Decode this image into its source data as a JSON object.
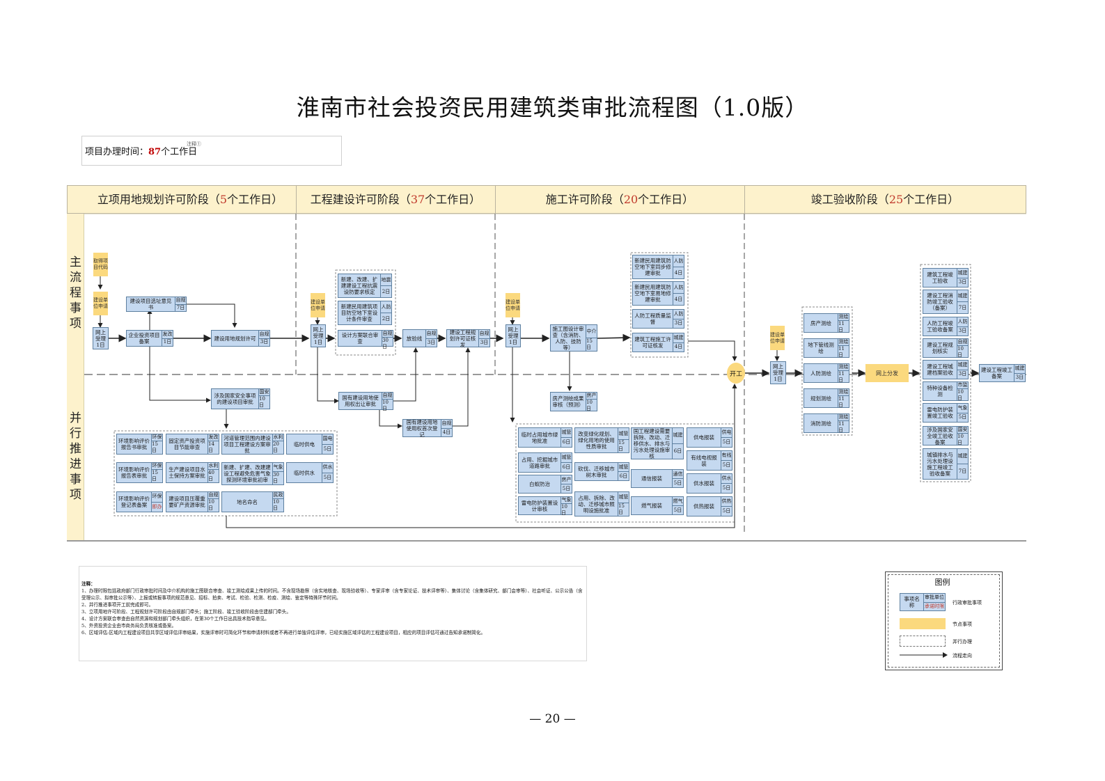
{
  "title": "淮南市社会投资民用建筑类审批流程图（1.0版）",
  "time": {
    "prefix": "项目办理时间：",
    "days": "87",
    "suffix": "个工作日",
    "note": "注释①"
  },
  "phases": [
    {
      "pre": "立项用地规划许可阶段（",
      "num": "5",
      "post": "个工作日）"
    },
    {
      "pre": "工程建设许可阶段（",
      "num": "37",
      "post": "个工作日）"
    },
    {
      "pre": "施工许可阶段（",
      "num": "20",
      "post": "个工作日）"
    },
    {
      "pre": "竣工验收阶段（",
      "num": "25",
      "post": "个工作日）"
    }
  ],
  "lanes": {
    "main": "主流程事项",
    "parallel": "并行推进事项"
  },
  "kaigong": "开工",
  "yellow": [
    "取得项目代码",
    "建设单位申请",
    "建设单位申请",
    "建设单位申请",
    "建设单位申请",
    "网上分发"
  ],
  "nodes": [
    {
      "n": "网上受理",
      "d": "1日"
    },
    {
      "n": "建设项目选址意见书",
      "o": "自规",
      "d": "7日"
    },
    {
      "n": "企业投资项目备案",
      "o": "发改",
      "d": "1日"
    },
    {
      "n": "建设用地规划许可",
      "o": "自规",
      "d": "3日"
    },
    {
      "n": "网上受理",
      "d": "1日"
    },
    {
      "n": "新建、改建、扩建建设工程抗震设防要求核定",
      "o": "地震",
      "d": "2日"
    },
    {
      "n": "新建民用建筑项目防空地下室设计条件审查",
      "o": "人防",
      "d": "2日"
    },
    {
      "n": "设计方案联合审查",
      "o": "自规",
      "d": "30日"
    },
    {
      "n": "放验线",
      "o": "自规",
      "d": "3日"
    },
    {
      "n": "建设工程规划许可证核发",
      "o": "自规",
      "d": "3日"
    },
    {
      "n": "网上受理",
      "d": "1日"
    },
    {
      "n": "施工图设计审查（含消防、人防、技防等）",
      "o": "中介",
      "d": "15日"
    },
    {
      "n": "新建民用建筑防空地下室同步修建审批",
      "o": "人防",
      "d": "4日"
    },
    {
      "n": "新建民用建筑防空地下室易地修建审批",
      "o": "人防",
      "d": "4日"
    },
    {
      "n": "人防工程质量监督",
      "o": "人防",
      "d": "3日"
    },
    {
      "n": "建筑工程施工许可证核发",
      "o": "城建",
      "d": "4日"
    },
    {
      "n": "网上受理",
      "d": "1日"
    },
    {
      "n": "房产测绘",
      "o": "测绘",
      "d": "11日"
    },
    {
      "n": "地下管线测绘",
      "o": "测绘",
      "d": "11日"
    },
    {
      "n": "人防测绘",
      "o": "测绘",
      "d": "11日"
    },
    {
      "n": "规划测绘",
      "o": "测绘",
      "d": "11日"
    },
    {
      "n": "消防测绘",
      "o": "测绘",
      "d": "11日"
    },
    {
      "n": "建筑工程竣工验收",
      "o": "城建",
      "d": "3日"
    },
    {
      "n": "建设工程消防竣工验收（备案）",
      "o": "城建",
      "d": "7日"
    },
    {
      "n": "人防工程竣工验收备案",
      "o": "人防",
      "d": "3日"
    },
    {
      "n": "建设工程规划核实",
      "o": "自规",
      "d": "10日"
    },
    {
      "n": "建设工程城建档案验收",
      "o": "城建",
      "d": "3日"
    },
    {
      "n": "特种设备检测",
      "o": "市监",
      "d": "10日"
    },
    {
      "n": "雷电防护装置竣工验收",
      "o": "气象",
      "d": "5日"
    },
    {
      "n": "涉及国家安全竣工验收备案",
      "o": "国安",
      "d": "10日"
    },
    {
      "n": "城镇排水与污水处理设施工程竣工验收备案",
      "o": "城建",
      "d": "7日"
    },
    {
      "n": "建设工程竣工备案",
      "o": "城建",
      "d": "3日"
    },
    {
      "n": "涉及国家安全事项的建设项目审批",
      "o": "国安",
      "d": "10日"
    },
    {
      "n": "国有建设用地使用权出让审批",
      "o": "自规",
      "d": "10日"
    },
    {
      "n": "国有建设用地使用权首次登记",
      "o": "自规",
      "d": "4日"
    },
    {
      "n": "环境影响评价报告书审批",
      "o": "环保",
      "d": "15日"
    },
    {
      "n": "固定资产投资项目节能审查",
      "o": "发改",
      "d": "14日"
    },
    {
      "n": "河道管理范围内建设项目工程建设方案审批",
      "o": "水利",
      "d": "20日"
    },
    {
      "n": "临时供电",
      "o": "国电",
      "d": "5日"
    },
    {
      "n": "环境影响评价报告表审批",
      "o": "环保",
      "d": "15日"
    },
    {
      "n": "生产建设项目水土保持方案审批",
      "o": "水利",
      "d": "40日"
    },
    {
      "n": "新建、扩建、改建建设工程避免危害气象探测环境审批初审",
      "o": "气象",
      "d": "30日"
    },
    {
      "n": "临时供水",
      "o": "供水",
      "d": "5日"
    },
    {
      "n": "环境影响评价登记表备案",
      "o": "环保",
      "d": "即办"
    },
    {
      "n": "建设项目压覆重要矿产资源审批",
      "o": "自规",
      "d": "10日"
    },
    {
      "n": "地名命名",
      "o": "民政",
      "d": "10日"
    },
    {
      "n": "房产测绘成果审核（预测）",
      "o": "房产",
      "d": "10日"
    },
    {
      "n": "临时占用城市绿地批准",
      "o": "城管",
      "d": "6日"
    },
    {
      "n": "改变绿化规划、绿化用地的使用性质审批",
      "o": "城管",
      "d": "15日"
    },
    {
      "n": "国工程建设需要拆除、改动、迁移供水、排水与污水处理设施审核",
      "o": "城建",
      "d": "6日"
    },
    {
      "n": "供电报装",
      "o": "供电",
      "d": "5日"
    },
    {
      "n": "占用、挖掘城市道路审批",
      "o": "城管",
      "d": "6日"
    },
    {
      "n": "有线电视报装",
      "o": "有线",
      "d": "5日"
    },
    {
      "n": "白蚁防治",
      "o": "房产",
      "d": "5日"
    },
    {
      "n": "砍伐、迁移城市树木审批",
      "o": "城管",
      "d": "6日"
    },
    {
      "n": "通信报装",
      "o": "通信",
      "d": "5日"
    },
    {
      "n": "供水报装",
      "o": "供水",
      "d": "5日"
    },
    {
      "n": "雷电防护装置设计审核",
      "o": "气象",
      "d": "10日"
    },
    {
      "n": "占用、拆除、改动、迁移城市照明设施批准",
      "o": "城管",
      "d": "15日"
    },
    {
      "n": "燃气报装",
      "o": "燃气",
      "d": "5日"
    },
    {
      "n": "供热报装",
      "o": "供热",
      "d": "5日"
    }
  ],
  "notes": {
    "heading": "注释：",
    "items": [
      "1、办理时限包括政府部门行政审批时间及中介机构的施工图联合审查、竣工测绘成果上传的时间。不含现场勘察（含实地核查、现场验收等）、专家评审（含专家论证、技术评审等）、集体讨论（含集体研究、部门会审等）、社会听证、公示公告（含受理公示、拟审批公示等）、上报或转报事项的规范意见、招标、拍卖、考试、检验、检测、检疫、测绘、鉴定等特殊环节时间。",
      "2、并行推进事项开工前完成即可。",
      "3、立项用地许可阶段、工程规划许可阶段由自规部门牵头；施工阶段、竣工验收阶段由住建部门牵头。",
      "4、设计方案联合审查由自然资源和规划部门牵头组织，在第30个工作日出具技术指导意见。",
      "5、外资投资企业由市商务局负责核准或备案。",
      "6、区域评估:区域内工程建设项目共享区域评估评审结果，实施评审时可简化环节和申请材料或者不再进行单独评估评审，已经实施区域评估的工程建设项目，相应的项目评估可通过告知承诺制简化。"
    ]
  },
  "legend": {
    "title": "图例",
    "name": "事项名称",
    "unit": "审批单位",
    "limit": "承诺时限",
    "items": [
      "行政审批事项",
      "节点事项",
      "并行办理",
      "流程走向"
    ]
  },
  "page_number": "— 20 —"
}
